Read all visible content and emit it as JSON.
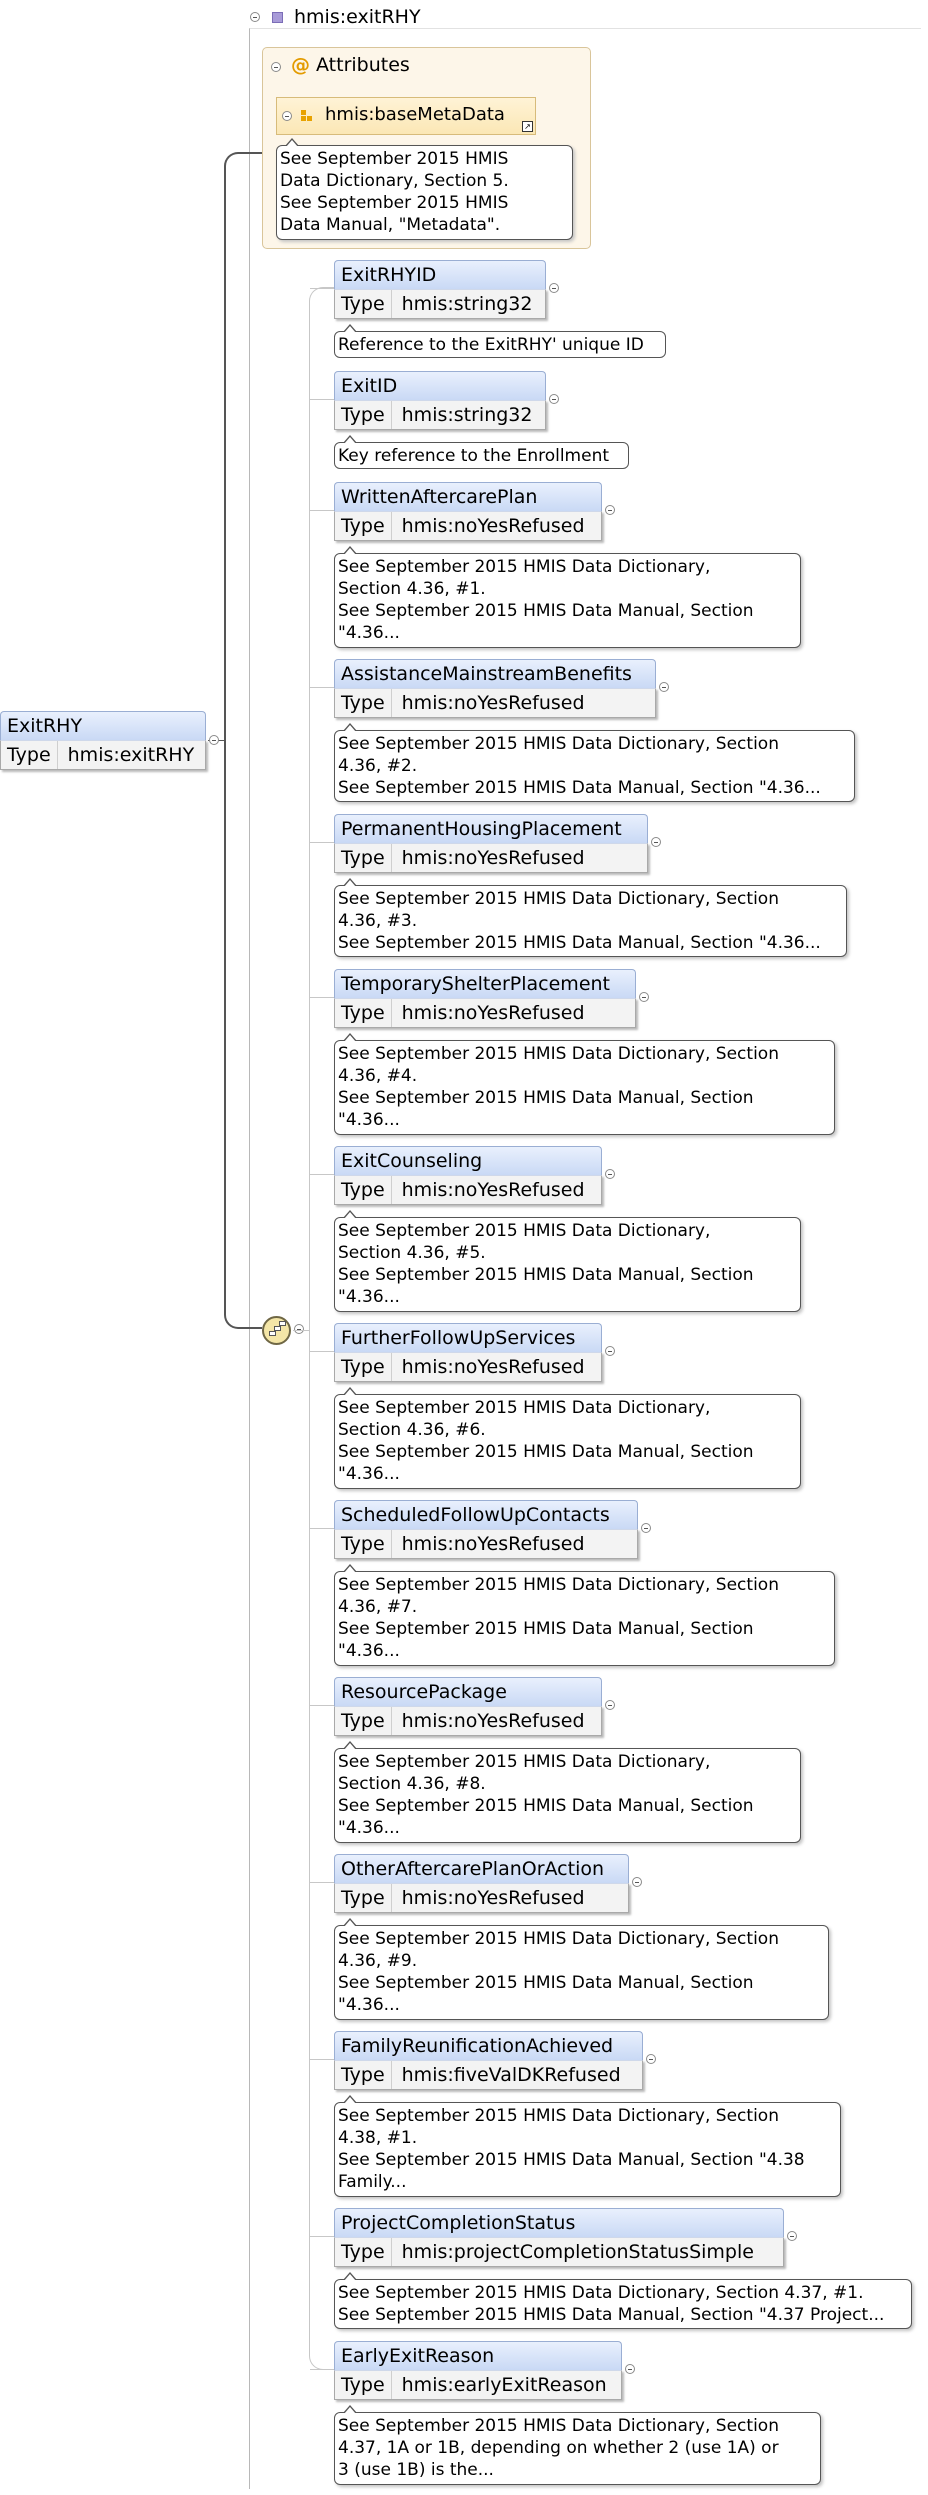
{
  "diagram": {
    "root_type": {
      "title": "hmis:exitRHY"
    },
    "attributes": {
      "heading": "Attributes",
      "items": [
        {
          "name": "hmis:baseMetaData"
        }
      ],
      "doc": [
        "See September 2015 HMIS",
        "Data Dictionary, Section 5.",
        "See September 2015 HMIS",
        "Data Manual, \"Metadata\"."
      ]
    },
    "root_element": {
      "name": "ExitRHY",
      "type_key": "Type",
      "type_value": "hmis:exitRHY"
    },
    "elements": [
      {
        "name": "ExitRHYID",
        "type_key": "Type",
        "type_value": "hmis:string32",
        "doc": [
          "Reference to the ExitRHY' unique ID"
        ]
      },
      {
        "name": "ExitID",
        "type_key": "Type",
        "type_value": "hmis:string32",
        "doc": [
          "Key reference to the Enrollment"
        ]
      },
      {
        "name": "WrittenAftercarePlan",
        "type_key": "Type",
        "type_value": "hmis:noYesRefused",
        "doc": [
          "See September 2015 HMIS Data Dictionary,",
          "Section 4.36, #1.",
          "See September 2015 HMIS Data Manual, Section",
          "\"4.36..."
        ]
      },
      {
        "name": "AssistanceMainstreamBenefits",
        "type_key": "Type",
        "type_value": "hmis:noYesRefused",
        "doc": [
          "See September 2015 HMIS Data Dictionary, Section",
          "4.36, #2.",
          "See September 2015 HMIS Data Manual, Section \"4.36..."
        ]
      },
      {
        "name": "PermanentHousingPlacement",
        "type_key": "Type",
        "type_value": "hmis:noYesRefused",
        "doc": [
          "See September 2015 HMIS Data Dictionary, Section",
          "4.36, #3.",
          "See September 2015 HMIS Data Manual, Section \"4.36..."
        ]
      },
      {
        "name": "TemporaryShelterPlacement",
        "type_key": "Type",
        "type_value": "hmis:noYesRefused",
        "doc": [
          "See September 2015 HMIS Data Dictionary, Section",
          "4.36, #4.",
          "See September 2015 HMIS Data Manual, Section",
          "\"4.36..."
        ]
      },
      {
        "name": "ExitCounseling",
        "type_key": "Type",
        "type_value": "hmis:noYesRefused",
        "doc": [
          "See September 2015 HMIS Data Dictionary,",
          "Section 4.36, #5.",
          "See September 2015 HMIS Data Manual, Section",
          "\"4.36..."
        ]
      },
      {
        "name": "FurtherFollowUpServices",
        "type_key": "Type",
        "type_value": "hmis:noYesRefused",
        "doc": [
          "See September 2015 HMIS Data Dictionary,",
          "Section 4.36, #6.",
          "See September 2015 HMIS Data Manual, Section",
          "\"4.36..."
        ]
      },
      {
        "name": "ScheduledFollowUpContacts",
        "type_key": "Type",
        "type_value": "hmis:noYesRefused",
        "doc": [
          "See September 2015 HMIS Data Dictionary, Section",
          "4.36, #7.",
          "See September 2015 HMIS Data Manual, Section",
          "\"4.36..."
        ]
      },
      {
        "name": "ResourcePackage",
        "type_key": "Type",
        "type_value": "hmis:noYesRefused",
        "doc": [
          "See September 2015 HMIS Data Dictionary,",
          "Section 4.36, #8.",
          "See September 2015 HMIS Data Manual, Section",
          "\"4.36..."
        ]
      },
      {
        "name": "OtherAftercarePlanOrAction",
        "type_key": "Type",
        "type_value": "hmis:noYesRefused",
        "doc": [
          "See September 2015 HMIS Data Dictionary, Section",
          "4.36, #9.",
          "See September 2015 HMIS Data Manual, Section",
          "\"4.36..."
        ]
      },
      {
        "name": "FamilyReunificationAchieved",
        "type_key": "Type",
        "type_value": "hmis:fiveValDKRefused",
        "doc": [
          "See September 2015 HMIS Data Dictionary, Section",
          "4.38, #1.",
          "See September 2015 HMIS Data Manual, Section \"4.38",
          "Family..."
        ]
      },
      {
        "name": "ProjectCompletionStatus",
        "type_key": "Type",
        "type_value": "hmis:projectCompletionStatusSimple",
        "doc": [
          "See September 2015 HMIS Data Dictionary, Section 4.37, #1.",
          "See September 2015 HMIS Data Manual, Section \"4.37 Project..."
        ]
      },
      {
        "name": "EarlyExitReason",
        "type_key": "Type",
        "type_value": "hmis:earlyExitReason",
        "doc": [
          "See September 2015 HMIS Data Dictionary, Section",
          "4.37, 1A or 1B, depending on whether 2 (use 1A) or",
          "3 (use 1B) is the..."
        ]
      }
    ]
  }
}
